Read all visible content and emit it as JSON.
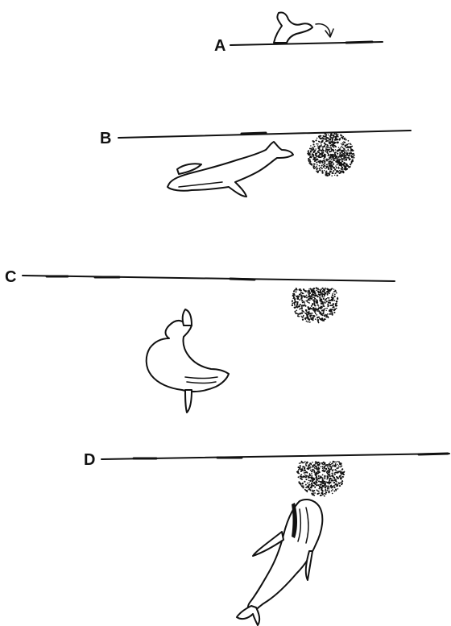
{
  "panels": [
    {
      "id": "A",
      "label": "A"
    },
    {
      "id": "B",
      "label": "B"
    },
    {
      "id": "C",
      "label": "C"
    },
    {
      "id": "D",
      "label": "D"
    }
  ],
  "colors": {
    "ink": "#111111",
    "background": "#ffffff"
  }
}
